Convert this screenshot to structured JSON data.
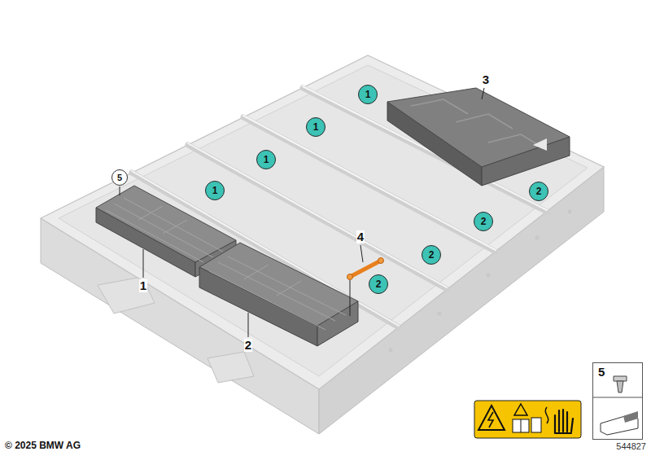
{
  "diagram": {
    "nodes": [
      {
        "text": [
          "1"
        ]
      },
      {
        "text": [
          "1"
        ]
      },
      {
        "text": [
          "1"
        ]
      },
      {
        "text": [
          "5"
        ]
      },
      {
        "text": [
          "1"
        ]
      },
      {
        "text": [
          "2"
        ]
      },
      {
        "text": [
          "2"
        ]
      },
      {
        "text": [
          "2"
        ]
      },
      {
        "text": [
          "2"
        ]
      },
      {
        "text": [
          "5"
        ]
      }
    ],
    "labels": [
      "3",
      "4",
      "1",
      "2",
      "© 2025 BMW AG",
      "544827"
    ]
  }
}
